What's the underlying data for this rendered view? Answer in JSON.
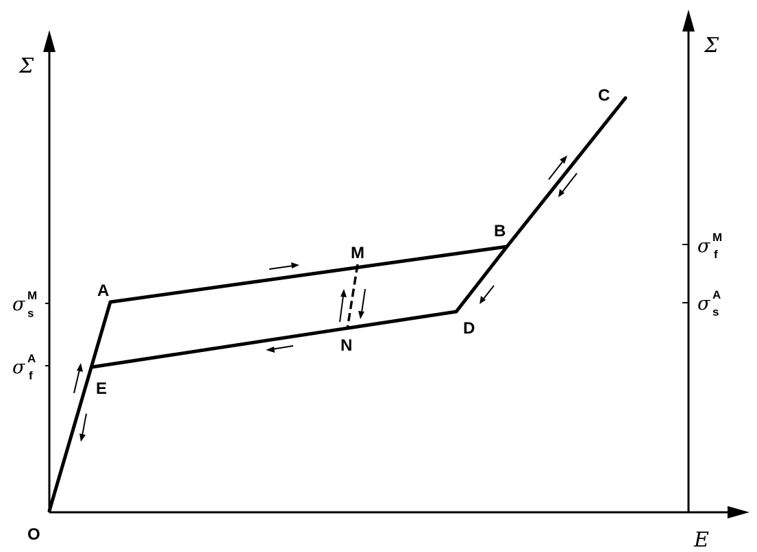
{
  "axes": {
    "y_left_symbol": "Σ",
    "y_right_symbol": "Σ",
    "x_symbol": "E"
  },
  "points": {
    "O": "O",
    "A": "A",
    "E": "E",
    "M": "M",
    "N": "N",
    "B": "B",
    "D": "D",
    "C": "C"
  },
  "stress_levels": {
    "left_upper": {
      "symbol": "σ",
      "superscript": "M",
      "subscript": "s"
    },
    "left_lower": {
      "symbol": "σ",
      "superscript": "A",
      "subscript": "f"
    },
    "right_upper": {
      "symbol": "σ",
      "superscript": "M",
      "subscript": "f"
    },
    "right_lower": {
      "symbol": "σ",
      "superscript": "A",
      "subscript": "s"
    }
  }
}
